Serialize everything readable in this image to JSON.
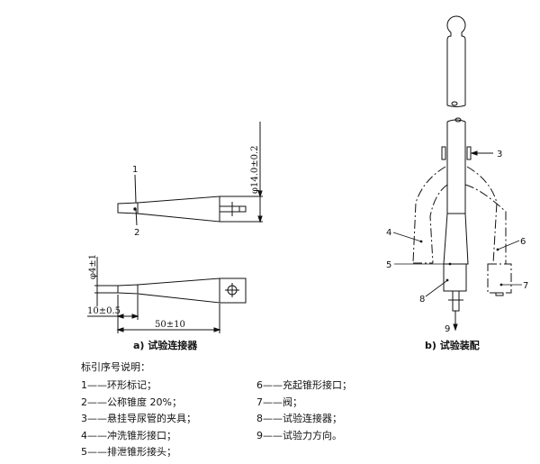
{
  "figure_a": {
    "caption": "a)  试验连接器",
    "dim_diameter_large": "φ14.0±0.2",
    "dim_diameter_small": "φ4±1",
    "dim_length_tip": "10±0.5",
    "dim_length_total": "50±10",
    "label_1": "1",
    "label_2": "2"
  },
  "figure_b": {
    "caption": "b)  试验装配",
    "labels": [
      "3",
      "4",
      "5",
      "6",
      "7",
      "8",
      "9"
    ]
  },
  "legend": {
    "title": "标引序号说明：",
    "items": [
      "1——环形标记；",
      "2——公称锥度 20%；",
      "3——悬挂导尿管的夹具；",
      "4——冲洗锥形接口；",
      "5——排泄锥形接头；",
      "6——充起锥形接口；",
      "7——阀；",
      "8——试验连接器；",
      "9——试验力方向。"
    ]
  }
}
